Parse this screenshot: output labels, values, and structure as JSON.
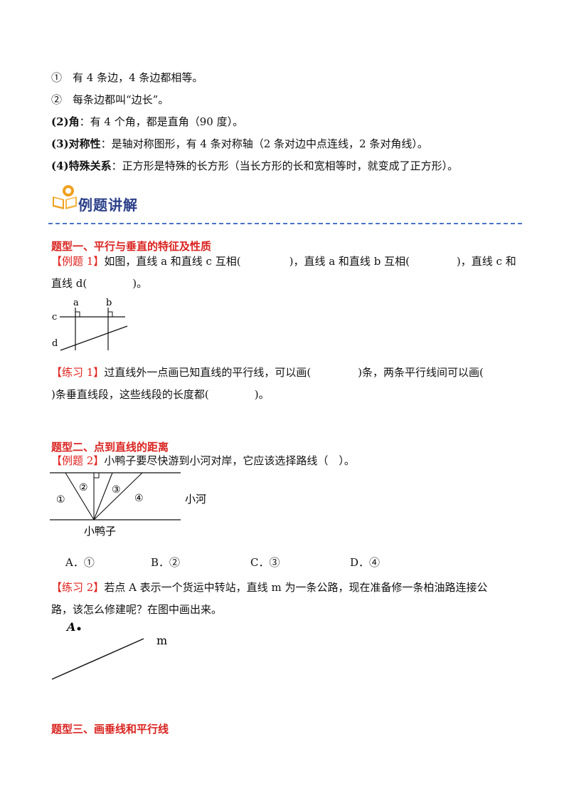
{
  "props": {
    "l1": "①　有 4 条边，4 条边都相等。",
    "l2": "②　每条边都叫“边长”。",
    "l3_label": "(2)角",
    "l3_text": "：有 4 个角，都是直角（90 度）。",
    "l4_label": "(3)对称性",
    "l4_text": "：是轴对称图形，有 4 条对称轴（2 条对边中点连线，2 条对角线）。",
    "l5_label": "(4)特殊关系",
    "l5_text": "：正方形是特殊的长方形（当长方形的长和宽相等时，就变成了正方形）。"
  },
  "banner": {
    "title": "例题讲解"
  },
  "section1": {
    "heading": "题型一、平行与垂直的特征及性质",
    "ex1_tag": "【例题 1】",
    "ex1_a": "如图，直线 a 和直线 c 互相(",
    "ex1_b": ")，直线 a 和直线 b 互相(",
    "ex1_c": ")，直线 c 和",
    "ex1_d": "直线 d(",
    "ex1_e": ")。",
    "fig_a": "a",
    "fig_b": "b",
    "fig_c": "c",
    "fig_d": "d",
    "pr1_tag": "【练习 1】",
    "pr1_a": "过直线外一点画已知直线的平行线，可以画(",
    "pr1_b": ")条，两条平行线间可以画(",
    "pr1_c": ")条垂直线段，这些线段的长度都(",
    "pr1_d": ")。"
  },
  "section2": {
    "heading": "题型二、点到直线的距离",
    "ex2_tag": "【例题 2】",
    "ex2_text": "小鸭子要尽快游到小河对岸，它应该选择路线（　）。",
    "fig_r1": "①",
    "fig_r2": "②",
    "fig_r3": "③",
    "fig_r4": "④",
    "fig_river": "小河",
    "fig_duck": "小鸭子",
    "optA": "A．①",
    "optB": "B．②",
    "optC": "C．③",
    "optD": "D．④",
    "pr2_tag": "【练习 2】",
    "pr2_a": "若点 A 表示一个货运中转站，直线 m 为一条公路，现在准备修一条柏油路连接公",
    "pr2_b": "路，该怎么修建呢？在图中画出来。",
    "fig_A": "A",
    "fig_m": "m"
  },
  "section3": {
    "heading": "题型三、画垂线和平行线"
  }
}
